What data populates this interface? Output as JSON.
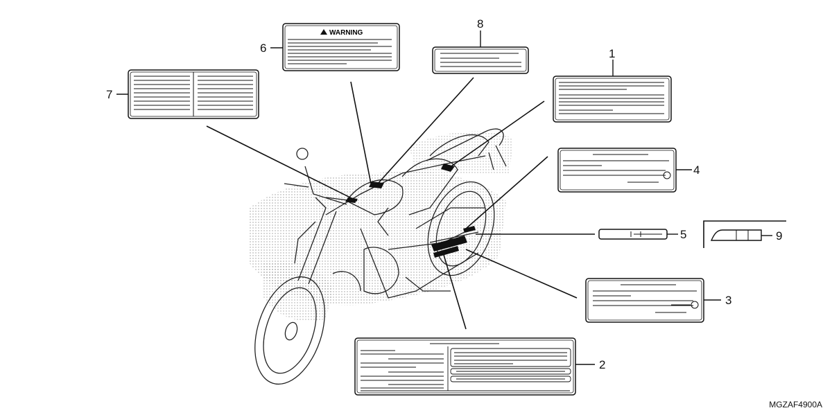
{
  "diagram": {
    "callouts": [
      "1",
      "2",
      "3",
      "4",
      "5",
      "6",
      "7",
      "8",
      "9"
    ],
    "warning_label_heading": "WARNING",
    "drawing_code": "MGZAF4900A"
  }
}
